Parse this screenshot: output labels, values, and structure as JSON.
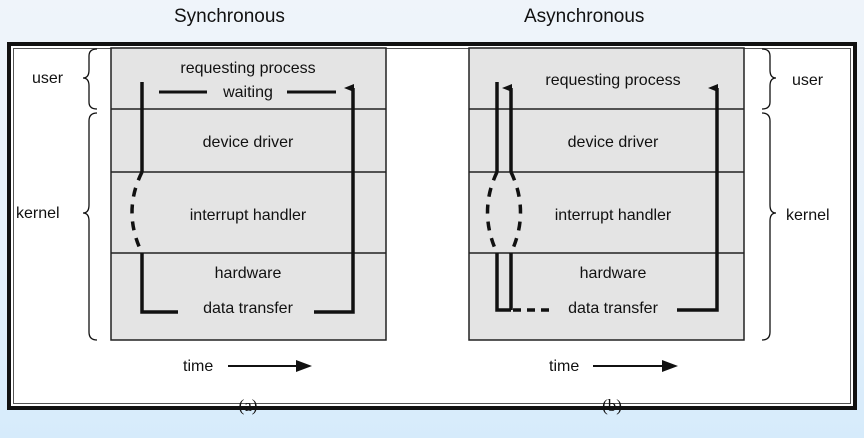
{
  "diagram": {
    "panels": [
      {
        "id": "a",
        "title": "Synchronous",
        "caption": "(a)",
        "layers": [
          "requesting process",
          "device driver",
          "interrupt handler",
          "hardware"
        ],
        "wait_label": "waiting",
        "transfer_label": "data transfer",
        "time_label": "time",
        "brace_labels": {
          "user": "user",
          "kernel": "kernel"
        }
      },
      {
        "id": "b",
        "title": "Asynchronous",
        "caption": "(b)",
        "layers": [
          "requesting process",
          "device driver",
          "interrupt handler",
          "hardware"
        ],
        "transfer_label": "data transfer",
        "time_label": "time",
        "brace_labels": {
          "user": "user",
          "kernel": "kernel"
        }
      }
    ]
  }
}
